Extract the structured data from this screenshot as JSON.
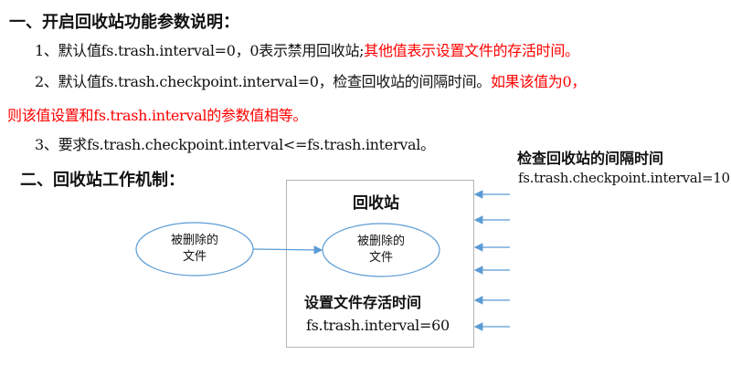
{
  "section1_title": "一、开启回收站功能参数说明：",
  "items": [
    {
      "black": "1、默认值fs.trash.interval=0，0表示禁用回收站;",
      "red": "其他值表示设置文件的存活时间。"
    },
    {
      "black": "2、默认值fs.trash.checkpoint.interval=0，检查回收站的间隔时间。",
      "red": "如果该值为0，",
      "red2": "则该值设置和fs.trash.interval的参数值相等。"
    },
    {
      "black": "3、要求fs.trash.checkpoint.interval<=fs.trash.interval。"
    }
  ],
  "section2_title": "二、回收站工作机制：",
  "diagram": {
    "deleted_file_line1": "被删除的",
    "deleted_file_line2": "文件",
    "trash_title": "回收站",
    "inner_file_line1": "被删除的",
    "inner_file_line2": "文件",
    "lifetime_label": "设置文件存活时间",
    "lifetime_value": "fs.trash.interval=60",
    "checkpoint_label": "检查回收站的间隔时间",
    "checkpoint_value": "fs.trash.checkpoint.interval=10",
    "line_color": "#5b9bd5"
  }
}
